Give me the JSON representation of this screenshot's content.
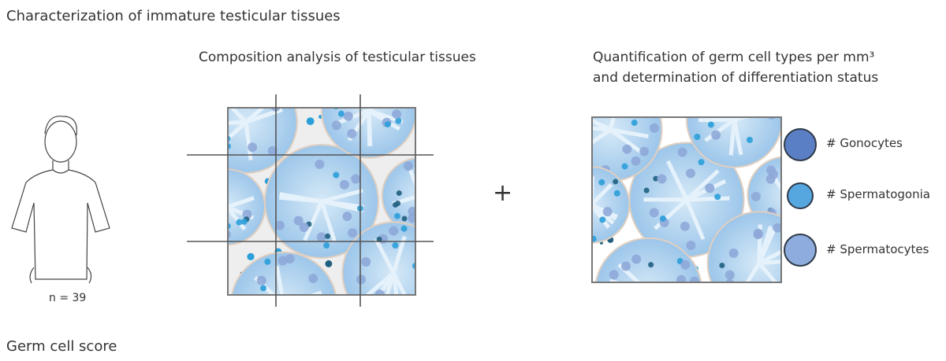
{
  "title": "Characterization of immature testicular tissues",
  "footer_title": "Germ cell score",
  "patient": {
    "n_label": "n = 39"
  },
  "panel1": {
    "title": "Composition analysis of testicular tissues"
  },
  "panel2": {
    "title_line1": "Quantification of germ cell types per mm³",
    "title_line2": "and determination of differentiation status"
  },
  "plus": "+",
  "legend": [
    {
      "label": "# Gonocytes",
      "color": "#5b7fc4"
    },
    {
      "label": "# Spermatogonia",
      "color": "#56a6df"
    },
    {
      "label": "# Spermatocytes",
      "color": "#8eacde"
    }
  ]
}
